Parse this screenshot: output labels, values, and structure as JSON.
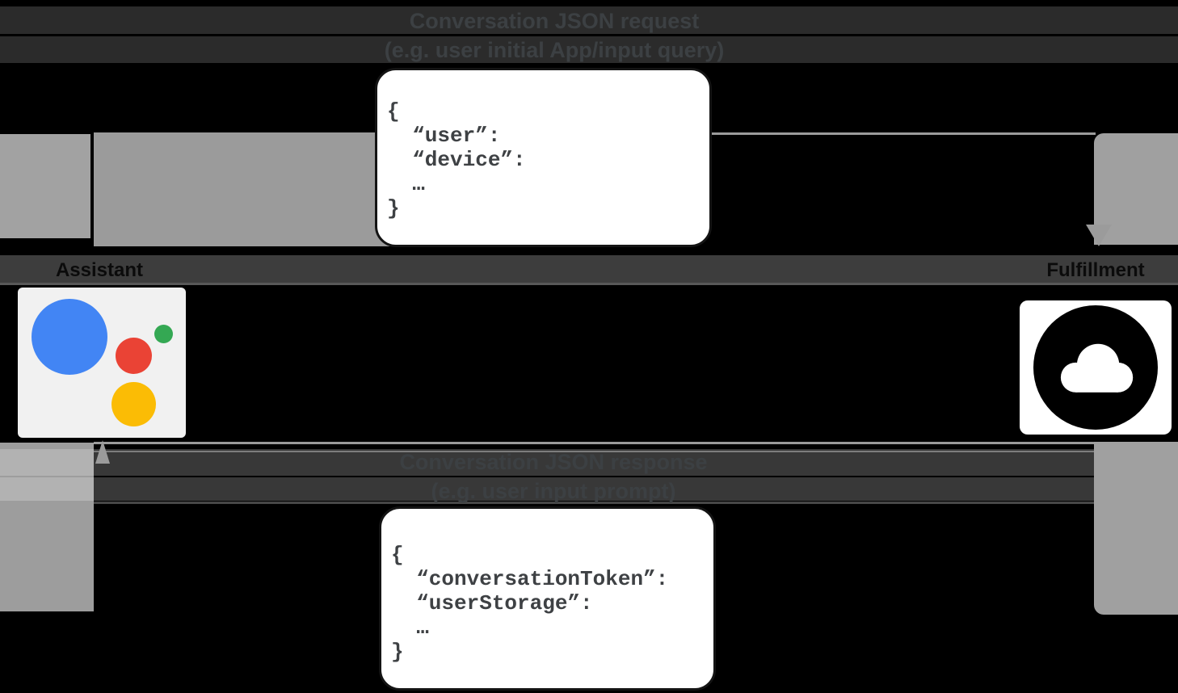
{
  "diagram": {
    "request": {
      "title": "Conversation JSON request",
      "subtitle": "(e.g. user initial App/input query)",
      "code": "{\n  “user”:\n  “device”:\n  …\n}"
    },
    "response": {
      "title": "Conversation JSON response",
      "subtitle": "(e.g. user input prompt)",
      "code": "{\n  “conversationToken”:\n  “userStorage”:\n  …\n}"
    },
    "actors": {
      "left": {
        "label": "Assistant",
        "icon": "google-assistant-logo"
      },
      "right": {
        "label": "Fulfillment",
        "icon": "google-cloud-icon"
      }
    },
    "colors": {
      "assistant_blue": "#4285F4",
      "assistant_green": "#34A853",
      "assistant_red": "#EA4335",
      "assistant_yellow": "#FBBC05",
      "arrow_gray": "#9b9b9b",
      "actor_band_gray": "#3d3d3d",
      "label_text": "#3c4043"
    }
  }
}
